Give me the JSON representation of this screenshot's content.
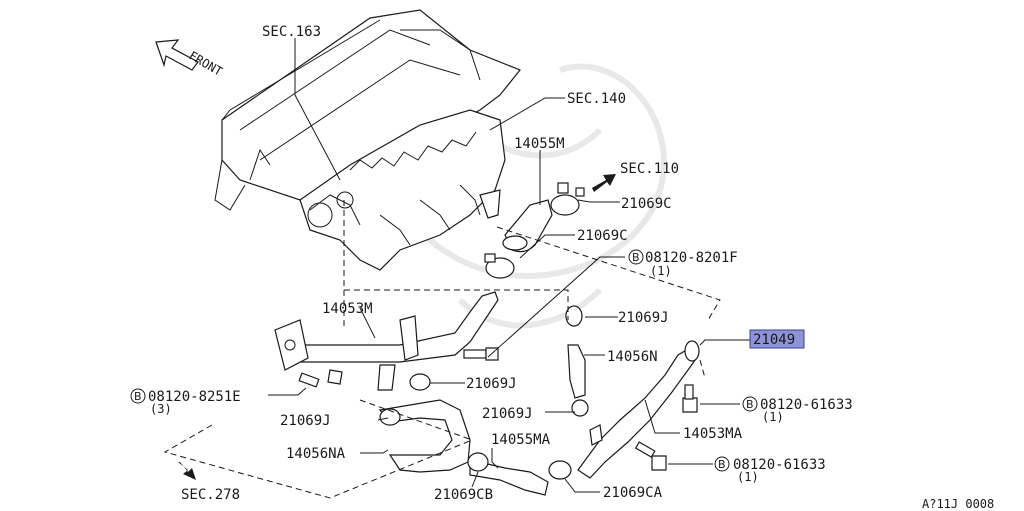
{
  "labels": {
    "sec163": "SEC.163",
    "front": "FRONT",
    "sec140": "SEC.140",
    "p14055M": "14055M",
    "sec110": "SEC.110",
    "p21069C_a": "21069C",
    "p21069C_b": "21069C",
    "bolt8201F": "08120-8201F",
    "qty8201F": "(1)",
    "p14053M": "14053M",
    "p21069J_a": "21069J",
    "p21049": "21049",
    "p14056N": "14056N",
    "bolt8251E": "08120-8251E",
    "qty8251E": "(3)",
    "p21069J_b": "21069J",
    "bolt61633_a": "08120-61633",
    "qty61633_a": "(1)",
    "p21069J_c": "21069J",
    "p21069J_d": "21069J",
    "p14053MA": "14053MA",
    "p14056NA": "14056NA",
    "p14055MA": "14055MA",
    "bolt61633_b": "08120-61633",
    "qty61633_b": "(1)",
    "sec278": "SEC.278",
    "p21069CB": "21069CB",
    "p21069CA": "21069CA",
    "diagram_id": "A?11J 0008",
    "bolt_symbol": "B"
  },
  "colors": {
    "highlight": "#8d93d6",
    "line": "#1a1a1a"
  },
  "icons": [
    "front-arrow-icon",
    "sec110-arrow-icon",
    "sec278-arrow-icon",
    "bolt-symbol-icon"
  ]
}
